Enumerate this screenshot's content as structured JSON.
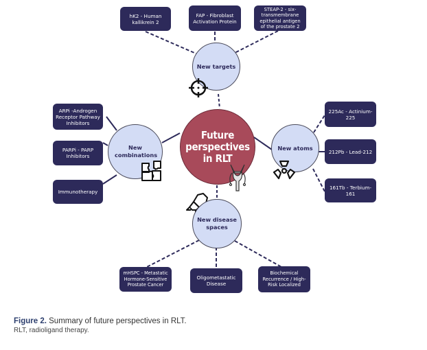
{
  "diagram": {
    "center": {
      "label": "Future perspectives in RLT"
    },
    "colors": {
      "box_fill": "#2d2a5a",
      "hub_fill": "#d3dcf5",
      "center_fill": "#a84a5a",
      "link": "#2d2a5a"
    },
    "hubs": [
      {
        "id": "targets",
        "label": "New targets",
        "icon": "crosshair-icon",
        "items": [
          "hK2 - Human kallikrein 2",
          "FAP - Fibroblast Activation Protein",
          "STEAP-2 - six-transmembrane epithelial antigen of the prostate 2"
        ]
      },
      {
        "id": "combinations",
        "label": "New combinations",
        "icon": "puzzle-icon",
        "items": [
          "ARPi -Androgen Receptor Pathway Inhibitors",
          "PARPi - PARP Inhibitors",
          "Immunotherapy"
        ]
      },
      {
        "id": "atoms",
        "label": "New atoms",
        "icon": "radiation-icon",
        "items": [
          "225Ac - Actinium-225",
          "212Pb - Lead-212",
          "161Tb - Terbium-161"
        ]
      },
      {
        "id": "disease",
        "label": "New disease spaces",
        "icon": "highlighter-icon",
        "items": [
          "mHSPC - Metastatic Hormone-Sensitive Prostate Cancer",
          "Oligometastatic Disease",
          "Biochemical Recurrence / High-Risk Localized"
        ]
      }
    ],
    "center_icon": "prostate-icon"
  },
  "caption": {
    "figure_label": "Figure 2.",
    "title": "Summary of future perspectives in RLT.",
    "note": "RLT, radioligand therapy."
  }
}
